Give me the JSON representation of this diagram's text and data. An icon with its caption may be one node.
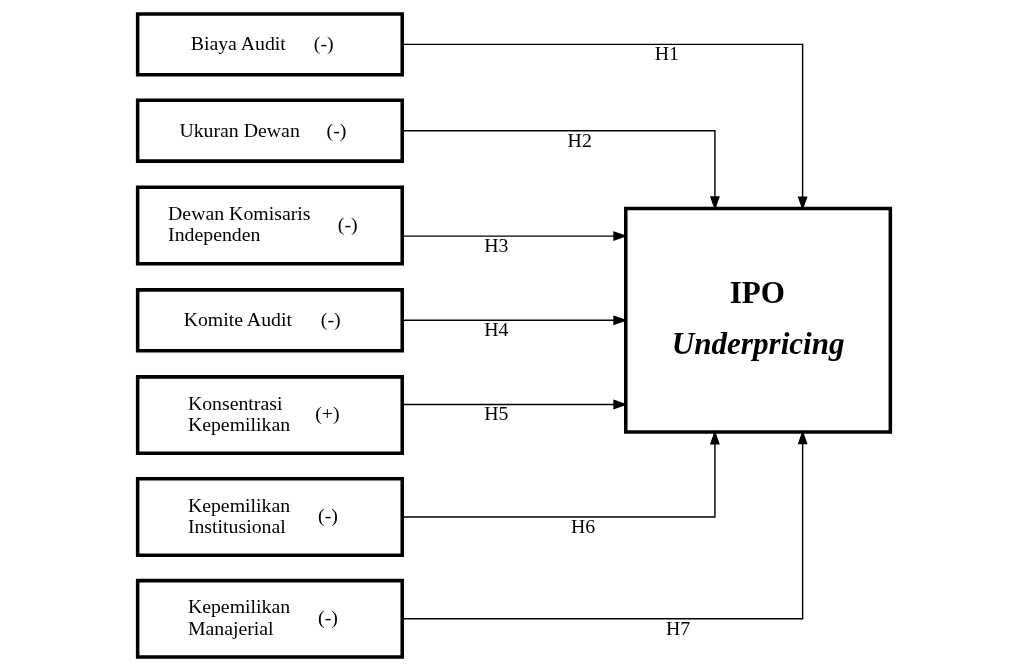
{
  "diagram": {
    "nodes": [
      {
        "text": [
          "Biaya Audit",
          "(-)"
        ]
      },
      {
        "text": [
          "Ukuran Dewan",
          "(-)"
        ]
      },
      {
        "text": [
          "Dewan Komisaris Independen",
          "(-)"
        ]
      },
      {
        "text": [
          "Komite Audit",
          "(-)"
        ]
      },
      {
        "text": [
          "Konsentrasi Kepemilikan",
          "(+)"
        ]
      },
      {
        "text": [
          "Kepemilikan Institusional",
          "(-)"
        ]
      },
      {
        "text": [
          "Kepemilikan Manajerial",
          "(-)"
        ]
      },
      {
        "text": [
          "IPO",
          "Underpricing"
        ]
      }
    ],
    "edges": [
      {
        "from": 0,
        "to": 7,
        "arrow": "to",
        "label": "H1"
      },
      {
        "from": 1,
        "to": 7,
        "arrow": "to",
        "label": "H2"
      },
      {
        "from": 2,
        "to": 7,
        "arrow": "to",
        "label": "H3"
      },
      {
        "from": 3,
        "to": 7,
        "arrow": "to",
        "label": "H4"
      },
      {
        "from": 4,
        "to": 7,
        "arrow": "to",
        "label": "H5"
      },
      {
        "from": 5,
        "to": 7,
        "arrow": "to",
        "label": "H6"
      },
      {
        "from": 6,
        "to": 7,
        "arrow": "to",
        "label": "H7"
      }
    ]
  }
}
